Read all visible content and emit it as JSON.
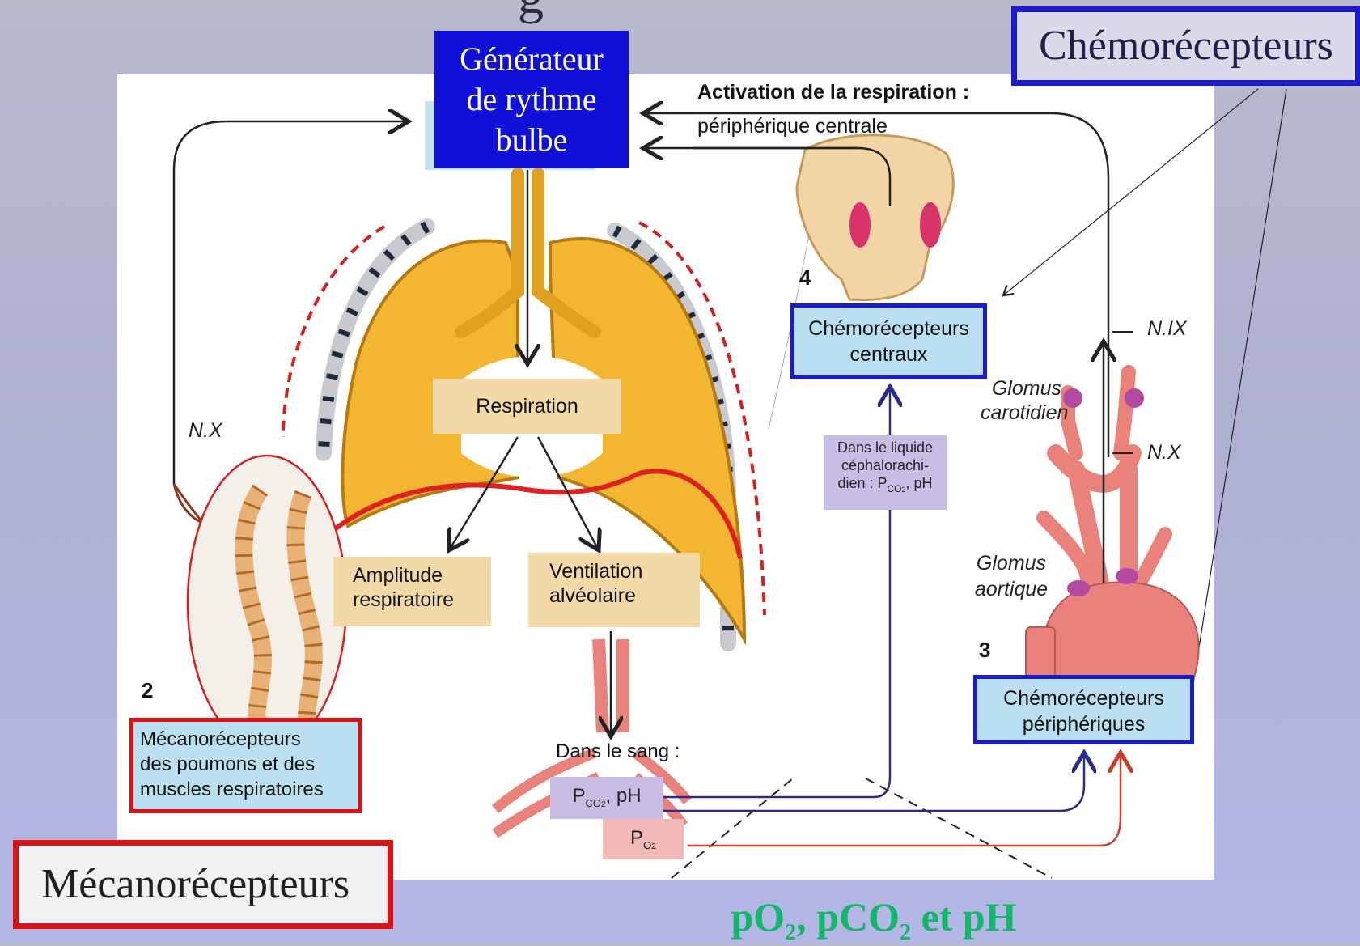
{
  "title_fragment": "g",
  "top_box": {
    "lines": [
      "Générateur",
      "de rythme",
      "bulbe"
    ]
  },
  "chemo_title": "Chémorécepteurs",
  "meca_title": "Mécanorécepteurs",
  "activation": {
    "title": "Activation de la respiration :",
    "sub": "périphérique centrale"
  },
  "respiration": "Respiration",
  "amplitude": [
    "Amplitude",
    "respiratoire"
  ],
  "ventilation": [
    "Ventilation",
    "alvéolaire"
  ],
  "nerves": {
    "nx_left": "N.X",
    "nix": "N.IX",
    "nx_right": "N.X"
  },
  "numbers": {
    "n2": "2",
    "n3": "3",
    "n4": "4"
  },
  "central_box": [
    "Chémorécepteurs",
    "centraux"
  ],
  "peripheral_box": [
    "Chémorécepteurs",
    "périphériques"
  ],
  "glomus_carotid": [
    "Glomus",
    "carotidien"
  ],
  "glomus_aortic": [
    "Glomus",
    "aortique"
  ],
  "csf_box": {
    "lines": [
      "Dans le liquide",
      "céphalorachi-"
    ],
    "line3": "dien : P",
    "sub": "CO",
    "sub2": "2",
    "tail": ", pH"
  },
  "mechano_box": [
    "Mécanorécepteurs",
    "des poumons et des",
    "muscles respiratoires"
  ],
  "blood_label": "Dans le sang :",
  "pco2_box": {
    "p": "P",
    "sub": "CO",
    "sub2": "2",
    "tail": ", pH"
  },
  "po2_box": {
    "p": "P",
    "sub": "O",
    "sub2": "2"
  },
  "gases": {
    "a": "pO",
    "b": "2",
    "c": ", pCO",
    "d": "2",
    "e": " et pH"
  },
  "colors": {
    "gen_box": "#1010d8",
    "chemo_border": "#1a1ad0",
    "meca_border": "#e01010",
    "gases_text": "#12b86a",
    "lung_fill": "#f2b631",
    "blood_vessel": "#e8827b"
  }
}
